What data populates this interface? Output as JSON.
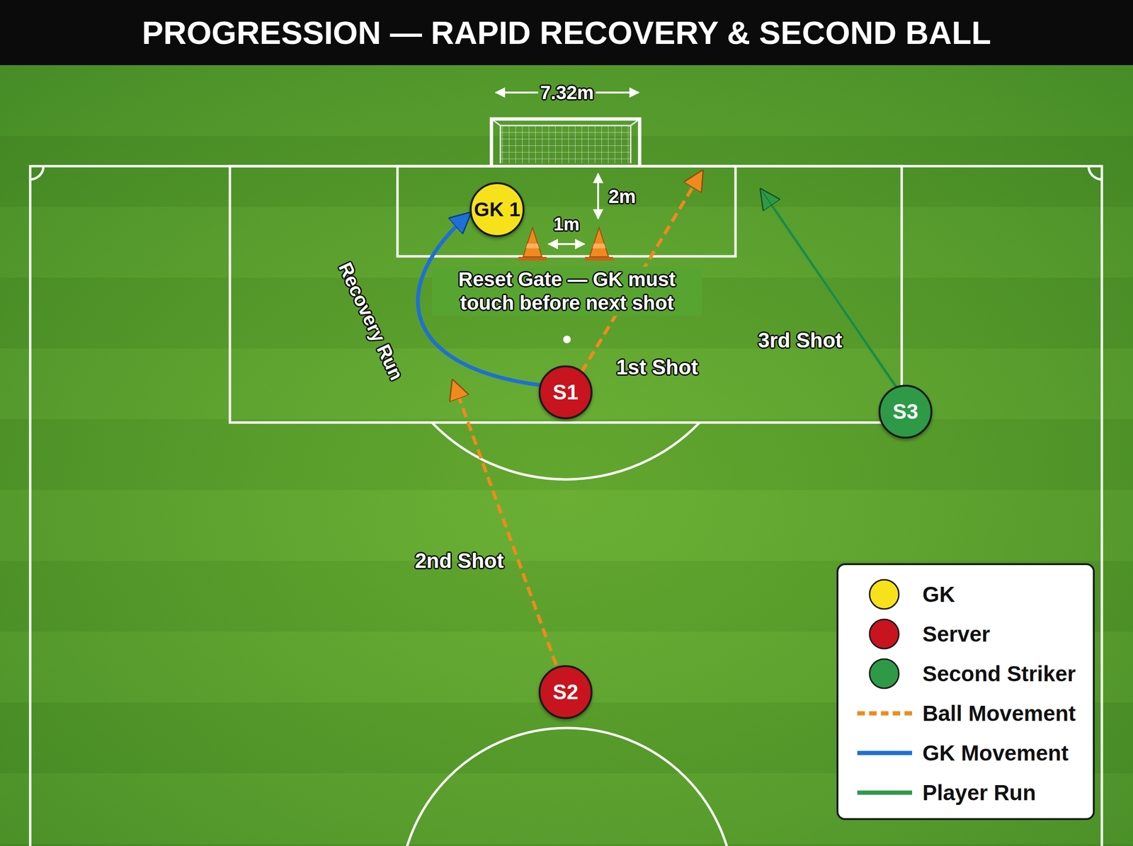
{
  "diagram": {
    "title": "PROGRESSION — RAPID RECOVERY & SECOND BALL",
    "nodes": [
      {
        "text": [
          "GK 1"
        ]
      },
      {
        "text": [
          "S1"
        ]
      },
      {
        "text": [
          "S3"
        ]
      },
      {
        "text": [
          "S2"
        ]
      }
    ],
    "edges": [
      {
        "from": 1,
        "to": 0,
        "arrow": "to",
        "label": "Recovery Run"
      }
    ],
    "labels": [
      "7.32m",
      "2m",
      "1m",
      "Reset Gate — GK must touch before next shot",
      "1st Shot",
      "3rd Shot",
      "2nd Shot"
    ],
    "legend": [
      {
        "text": "GK",
        "color": "#f7e11b"
      },
      {
        "text": "Server",
        "color": "#c8141e"
      },
      {
        "text": "Second Striker",
        "color": "#2e9a48"
      },
      {
        "text": "Ball Movement"
      },
      {
        "text": "GK Movement"
      },
      {
        "text": "Player Run"
      }
    ]
  }
}
